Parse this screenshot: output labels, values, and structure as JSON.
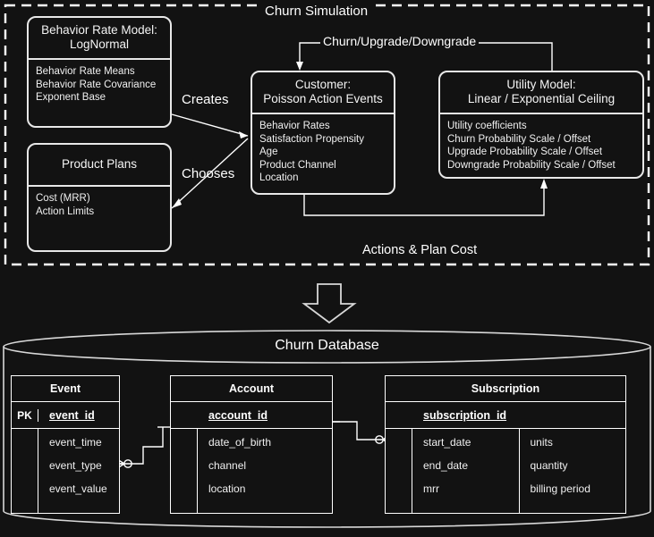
{
  "simulation": {
    "title": "Churn Simulation",
    "bottom_caption": "Actions & Plan Cost",
    "boxes": [
      {
        "id": "behavior-rate-model",
        "header": "Behavior Rate Model:\nLogNormal",
        "attributes": [
          "Behavior Rate Means",
          "Behavior Rate Covariance",
          "Exponent Base"
        ]
      },
      {
        "id": "product-plans",
        "header": "Product Plans",
        "attributes": [
          "Cost (MRR)",
          "Action Limits"
        ]
      },
      {
        "id": "customer",
        "header": "Customer:\nPoisson Action Events",
        "attributes": [
          "Behavior Rates",
          "Satisfaction Propensity",
          "Age",
          "Product Channel",
          "Location"
        ]
      },
      {
        "id": "utility-model",
        "header": "Utility Model:\nLinear / Exponential Ceiling",
        "attributes": [
          "Utility coefficients",
          "Churn Probability Scale / Offset",
          "Upgrade Probability Scale / Offset",
          "Downgrade Probability Scale / Offset"
        ]
      }
    ],
    "edges": [
      {
        "id": "creates",
        "label": "Creates"
      },
      {
        "id": "chooses",
        "label": "Chooses"
      },
      {
        "id": "churn-upgrade-downgrade",
        "label": "Churn/Upgrade/Downgrade"
      }
    ]
  },
  "flow_arrow": {
    "name": "down-arrow",
    "direction": "down"
  },
  "database": {
    "title": "Churn Database",
    "tables": [
      {
        "id": "event",
        "name": "Event",
        "key_marker": "PK",
        "primary_key": "event_id",
        "columns_left": [
          "event_time",
          "event_type",
          "event_value"
        ],
        "columns_right": []
      },
      {
        "id": "account",
        "name": "Account",
        "key_marker": "",
        "primary_key": "account_id ",
        "columns_left": [
          "date_of_birth",
          "channel",
          "location"
        ],
        "columns_right": []
      },
      {
        "id": "subscription",
        "name": "Subscription",
        "key_marker": "",
        "primary_key": "subscription_id",
        "columns_left": [
          "start_date",
          "end_date",
          "mrr"
        ],
        "columns_right": [
          "units",
          "quantity",
          "billing period"
        ]
      }
    ],
    "relationships": [
      {
        "id": "event-to-account",
        "from": "Event",
        "to": "Account",
        "from_cardinality": "zero-or-many",
        "to_cardinality": "one"
      },
      {
        "id": "account-to-subscription",
        "from": "Account",
        "to": "Subscription",
        "from_cardinality": "one",
        "to_cardinality": "zero-or-many"
      }
    ]
  },
  "theme": {
    "background": "#121212",
    "stroke": "#ffffff",
    "text": "#f2f2f2"
  }
}
